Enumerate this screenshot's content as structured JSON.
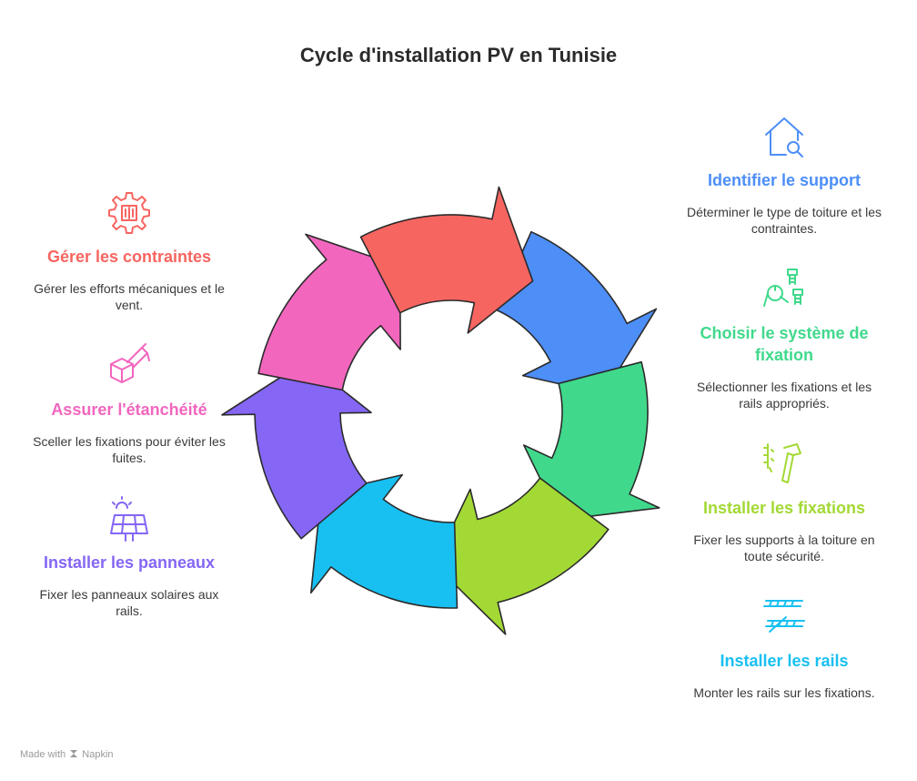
{
  "title": "Cycle d'installation PV en Tunisie",
  "steps": [
    {
      "id": "identify",
      "heading": "Identifier le support",
      "description": "Déterminer le type de toiture et les contraintes.",
      "color": "#4d8ef7",
      "icon": "house-search-icon"
    },
    {
      "id": "choose",
      "heading": "Choisir le système de fixation",
      "description": "Sélectionner les fixations et les rails appropriés.",
      "color": "#40d98c",
      "icon": "wrench-bolts-icon"
    },
    {
      "id": "fixings",
      "heading": "Installer les fixations",
      "description": "Fixer les supports à la toiture en toute sécurité.",
      "color": "#a3d935",
      "icon": "hammer-icon"
    },
    {
      "id": "rails",
      "heading": "Installer les rails",
      "description": "Monter les rails sur les fixations.",
      "color": "#18c0f2",
      "icon": "rails-icon"
    },
    {
      "id": "panels",
      "heading": "Installer les panneaux",
      "description": "Fixer les panneaux solaires aux rails.",
      "color": "#8566f5",
      "icon": "solar-panel-icon"
    },
    {
      "id": "seal",
      "heading": "Assurer l'étanchéité",
      "description": "Sceller les fixations pour éviter les fuites.",
      "color": "#f266be",
      "icon": "sealant-box-icon"
    },
    {
      "id": "constraints",
      "heading": "Gérer les contraintes",
      "description": "Gérer les efforts mécaniques et le vent.",
      "color": "#f76560",
      "icon": "gear-icon"
    }
  ],
  "footer": {
    "prefix": "Made with",
    "brand": "Napkin"
  }
}
